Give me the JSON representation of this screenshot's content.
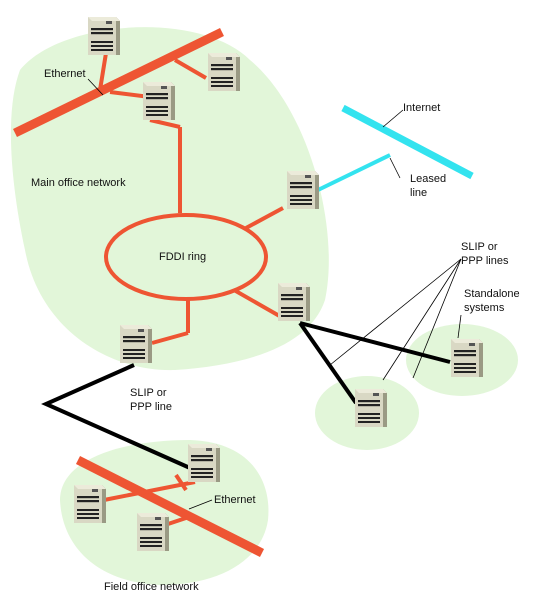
{
  "labels": {
    "ethernet_main": "Ethernet",
    "main_office_network": "Main office network",
    "internet": "Internet",
    "leased_line_1": "Leased",
    "leased_line_2": "line",
    "fddi_ring": "FDDI ring",
    "slip_ppp_lines_1": "SLIP or",
    "slip_ppp_lines_2": "PPP lines",
    "standalone_systems_1": "Standalone",
    "standalone_systems_2": "systems",
    "slip_ppp_line_1": "SLIP or",
    "slip_ppp_line_2": "PPP line",
    "ethernet_field": "Ethernet",
    "field_office_network": "Field office network"
  },
  "colors": {
    "network_area": "#e2f6d9",
    "ethernet": "#ee5533",
    "fddi": "#ee5533",
    "internet": "#33e3ef",
    "serial_line": "#000000"
  }
}
